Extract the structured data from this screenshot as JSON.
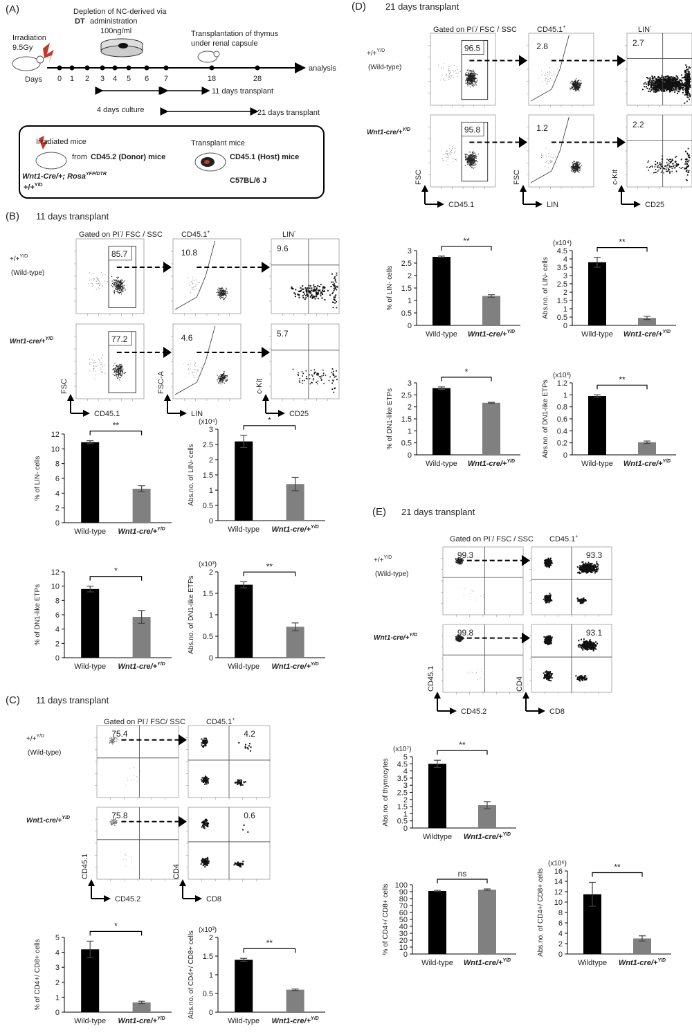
{
  "panelA": {
    "label": "(A)",
    "irradiation": "Irradiation",
    "dose": "9.5Gy",
    "depletion_line1": "Depletion of NC-derived via",
    "depletion_dt": "DT",
    "depletion_line2": "administration",
    "dt_conc": "100ng/ml",
    "transplant_line1": "Transplantation of thymus",
    "transplant_line2": "under renal capsule",
    "days_label": "Days",
    "days": [
      "0",
      "1",
      "2",
      "3",
      "4",
      "5",
      "6",
      "7",
      "18",
      "28"
    ],
    "analysis": "analysis",
    "span_11": "11 days transplant",
    "span_4": "4 days culture",
    "span_21": "21 days transplant",
    "box": {
      "irradiated": "Irradiated mice",
      "from_donor_pre": "from",
      "donor": "CD45.2 (Donor) mice",
      "genotype1": "Wnt1-Cre/+; Rosa",
      "genotype1_sup": "YFP/DTR",
      "genotype2": "+/+",
      "genotype2_sup": "Y/D",
      "transplant_mice": "Transplant mice",
      "host": "CD45.1 (Host) mice",
      "strain": "C57BL/6 J"
    }
  },
  "panelB": {
    "label": "(B)",
    "title": "11 days transplant",
    "headers": [
      "Gated on PI",
      "/ FSC / SSC",
      "CD45.1",
      "LIN"
    ],
    "row_wt": {
      "genotype": "+/+",
      "sup": "Y/D",
      "note": "(Wild-type)"
    },
    "row_mut": {
      "genotype": "Wnt1-cre/+",
      "sup": "Y/D"
    },
    "pct_wt": [
      "85.7",
      "10.8",
      "9.6"
    ],
    "pct_mut": [
      "77.2",
      "4.6",
      "5.7"
    ],
    "axes_y": [
      "FSC",
      "FSC-A",
      "c-Kit"
    ],
    "axes_x": [
      "CD45.1",
      "LIN",
      "CD25"
    ]
  },
  "panelC": {
    "label": "(C)",
    "title": "11 days transplant",
    "headers": [
      "Gated on PI",
      "/ FSC/ SSC",
      "CD45.1"
    ],
    "row_wt": {
      "genotype": "+/+",
      "sup": "Y/D",
      "note": "(Wild-type)"
    },
    "row_mut": {
      "genotype": "Wnt1-cre/+",
      "sup": "Y/D"
    },
    "pct_wt": [
      "75.4",
      "4.2"
    ],
    "pct_mut": [
      "75.8",
      "0.6"
    ],
    "axes_y": [
      "CD45.1",
      "CD4"
    ],
    "axes_x": [
      "CD45.2",
      "CD8"
    ]
  },
  "panelD": {
    "label": "(D)",
    "title": "21 days transplant",
    "headers": [
      "Gated on PI",
      "/ FSC / SSC",
      "CD45.1",
      "LIN"
    ],
    "row_wt": {
      "genotype": "+/+",
      "sup": "Y/D",
      "note": "(Wild-type)"
    },
    "row_mut": {
      "genotype": "Wnt1-cre/+",
      "sup": "Y/D"
    },
    "pct_wt": [
      "96.5",
      "2.8",
      "2.7"
    ],
    "pct_mut": [
      "95.8",
      "1.2",
      "2.2"
    ],
    "axes_y": [
      "FSC",
      "FSC",
      "c-Kit"
    ],
    "axes_x": [
      "CD45.1",
      "LIN",
      "CD25"
    ]
  },
  "panelE": {
    "label": "(E)",
    "title": "21 days transplant",
    "headers": [
      "Gated on PI",
      "/ FSC / SSC",
      "CD45.1"
    ],
    "row_wt": {
      "genotype": "+/+",
      "sup": "Y/D",
      "note": "(Wild-type)"
    },
    "row_mut": {
      "genotype": "Wnt1-cre/+",
      "sup": "Y/D"
    },
    "pct_wt": [
      "99.3",
      "93.3"
    ],
    "pct_mut": [
      "99.8",
      "93.1"
    ],
    "axes_y": [
      "CD45.1",
      "CD4"
    ],
    "axes_x": [
      "CD45.2",
      "CD8"
    ]
  },
  "chart_data": [
    {
      "id": "B1",
      "type": "bar",
      "categories": [
        "Wild-type",
        "Wnt1-cre/+Y/D"
      ],
      "values": [
        10.9,
        4.6
      ],
      "errors": [
        0.2,
        0.4
      ],
      "ylim": [
        0,
        12
      ],
      "ticks": [
        0,
        2,
        4,
        6,
        8,
        10,
        12
      ],
      "ylabel": "% of LIN- cells",
      "multiplier": "",
      "sig": "**",
      "colors": [
        "#000000",
        "#808080"
      ]
    },
    {
      "id": "B2",
      "type": "bar",
      "categories": [
        "Wild-type",
        "Wnt1-cre/+Y/D"
      ],
      "values": [
        2.6,
        1.2
      ],
      "errors": [
        0.2,
        0.22
      ],
      "ylim": [
        0,
        3
      ],
      "ticks": [
        0,
        0.5,
        1,
        1.5,
        2,
        2.5,
        3
      ],
      "ylabel": "Abs.no. of LIN- cells",
      "multiplier": "(x10⁴)",
      "sig": "*",
      "colors": [
        "#000000",
        "#808080"
      ]
    },
    {
      "id": "B3",
      "type": "bar",
      "categories": [
        "Wild-type",
        "Wnt1-cre/+Y/D"
      ],
      "values": [
        9.6,
        5.7
      ],
      "errors": [
        0.4,
        0.9
      ],
      "ylim": [
        0,
        12
      ],
      "ticks": [
        0,
        2,
        4,
        6,
        8,
        10,
        12
      ],
      "ylabel": "% of DN1-like ETPs",
      "multiplier": "",
      "sig": "*",
      "colors": [
        "#000000",
        "#808080"
      ]
    },
    {
      "id": "B4",
      "type": "bar",
      "categories": [
        "Wild-type",
        "Wnt1-cre/+Y/D"
      ],
      "values": [
        1.7,
        0.72
      ],
      "errors": [
        0.07,
        0.09
      ],
      "ylim": [
        0,
        2
      ],
      "ticks": [
        0,
        0.5,
        1,
        1.5,
        2
      ],
      "ylabel": "Abs.no. of DN1-like ETPs",
      "multiplier": "(x10³)",
      "sig": "**",
      "colors": [
        "#000000",
        "#808080"
      ]
    },
    {
      "id": "C1",
      "type": "bar",
      "categories": [
        "Wild-type",
        "Wnt1-cre/+Y/D"
      ],
      "values": [
        4.2,
        0.65
      ],
      "errors": [
        0.55,
        0.08
      ],
      "ylim": [
        0,
        5
      ],
      "ticks": [
        0,
        1,
        2,
        3,
        4,
        5
      ],
      "ylabel": "% of CD4+/ CD8+ cells",
      "multiplier": "",
      "sig": "*",
      "colors": [
        "#000000",
        "#808080"
      ]
    },
    {
      "id": "C2",
      "type": "bar",
      "categories": [
        "Wild-type",
        "Wnt1-cre/+Y/D"
      ],
      "values": [
        1.4,
        0.6
      ],
      "errors": [
        0.04,
        0.02
      ],
      "ylim": [
        0,
        2
      ],
      "ticks": [
        0,
        0.5,
        1,
        1.5,
        2
      ],
      "ylabel": "Abs.no. of CD4+/ CD8+ cells",
      "multiplier": "(x10³)",
      "sig": "**",
      "colors": [
        "#000000",
        "#808080"
      ]
    },
    {
      "id": "D1",
      "type": "bar",
      "categories": [
        "Wild-type",
        "Wnt1-cre/+Y/D"
      ],
      "values": [
        2.75,
        1.18
      ],
      "errors": [
        0.03,
        0.05
      ],
      "ylim": [
        0,
        3
      ],
      "ticks": [
        0,
        0.5,
        1,
        1.5,
        2,
        2.5,
        3
      ],
      "ylabel": "% of LIN- cells",
      "multiplier": "",
      "sig": "**",
      "colors": [
        "#000000",
        "#808080"
      ]
    },
    {
      "id": "D2",
      "type": "bar",
      "categories": [
        "Wild-type",
        "Wnt1-cre/+Y/D"
      ],
      "values": [
        3.8,
        0.45
      ],
      "errors": [
        0.3,
        0.1
      ],
      "ylim": [
        0,
        4.5
      ],
      "ticks": [
        0,
        0.5,
        1,
        1.5,
        2,
        2.5,
        3,
        3.5,
        4,
        4.5
      ],
      "ylabel": "Abs.no. of LIN- cells",
      "multiplier": "(x10⁴)",
      "sig": "**",
      "colors": [
        "#000000",
        "#808080"
      ]
    },
    {
      "id": "D3",
      "type": "bar",
      "categories": [
        "Wild-type",
        "Wnt1-cre/+Y/D"
      ],
      "values": [
        2.78,
        2.17
      ],
      "errors": [
        0.05,
        0.02
      ],
      "ylim": [
        0,
        3
      ],
      "ticks": [
        0,
        0.5,
        1,
        1.5,
        2,
        2.5,
        3
      ],
      "ylabel": "% of DN1-like ETPs",
      "multiplier": "",
      "sig": "*",
      "colors": [
        "#000000",
        "#808080"
      ]
    },
    {
      "id": "D4",
      "type": "bar",
      "categories": [
        "Wild-type",
        "Wnt1-cre/+Y/D"
      ],
      "values": [
        0.98,
        0.21
      ],
      "errors": [
        0.02,
        0.02
      ],
      "ylim": [
        0,
        1.2
      ],
      "ticks": [
        0,
        0.2,
        0.4,
        0.6,
        0.8,
        1,
        1.2
      ],
      "ylabel": "Abs.no. of DN1-like ETPs",
      "multiplier": "(x10³)",
      "sig": "**",
      "colors": [
        "#000000",
        "#808080"
      ]
    },
    {
      "id": "E1",
      "type": "bar",
      "categories": [
        "Wildtype",
        "Wnt1-cre/+Y/D"
      ],
      "values": [
        4.5,
        1.6
      ],
      "errors": [
        0.25,
        0.25
      ],
      "ylim": [
        0,
        5
      ],
      "ticks": [
        0,
        0.5,
        1,
        1.5,
        2,
        2.5,
        3,
        3.5,
        4,
        4.5,
        5
      ],
      "ylabel": "Abs.no. of thymocytes",
      "multiplier": "(x10⁷)",
      "sig": "**",
      "colors": [
        "#000000",
        "#808080"
      ]
    },
    {
      "id": "E2",
      "type": "bar",
      "categories": [
        "Wild-type",
        "Wnt1-cre/+Y/D"
      ],
      "values": [
        91,
        93
      ],
      "errors": [
        1,
        1
      ],
      "ylim": [
        0,
        100
      ],
      "ticks": [
        0,
        10,
        20,
        30,
        40,
        50,
        60,
        70,
        80,
        90,
        100
      ],
      "ylabel": "% of CD4+/ CD8+ cells",
      "multiplier": "",
      "sig": "ns",
      "colors": [
        "#000000",
        "#808080"
      ]
    },
    {
      "id": "E3",
      "type": "bar",
      "categories": [
        "Wildtype",
        "Wnt1-cre/+Y/D"
      ],
      "values": [
        11.5,
        3
      ],
      "errors": [
        2.3,
        0.5
      ],
      "ylim": [
        0,
        16
      ],
      "ticks": [
        0,
        2,
        4,
        6,
        8,
        10,
        12,
        14,
        16
      ],
      "ylabel": "Abs.no. of CD4+/ CD8+ cells",
      "multiplier": "(x10⁶)",
      "sig": "**",
      "colors": [
        "#000000",
        "#808080"
      ]
    }
  ]
}
